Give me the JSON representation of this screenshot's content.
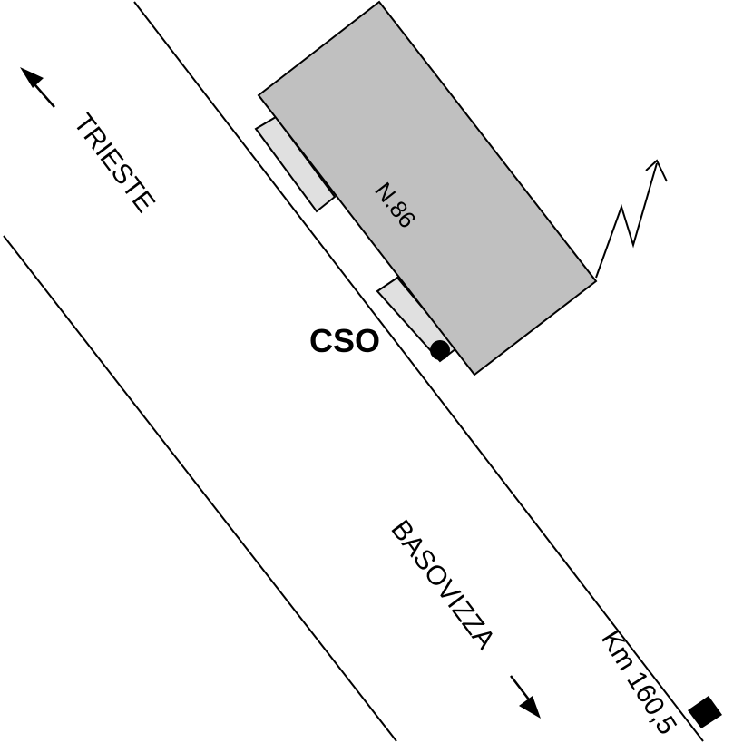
{
  "map": {
    "labels": {
      "trieste": "TRIESTE",
      "basovizza": "BASOVIZZA",
      "building_number": "N.86",
      "station_code": "CSO",
      "kilometer": "Km 160,5"
    },
    "icons": {
      "direction_left": "arrow-up-left-icon",
      "direction_right": "arrow-down-right-icon",
      "north": "zigzag-north-arrow-icon",
      "station": "station-dot-icon",
      "km_marker": "km-post-icon"
    },
    "colors": {
      "building_fill": "#c0c0c0",
      "annex_fill": "#e0e0e0",
      "line": "#000000",
      "background": "#ffffff"
    }
  }
}
